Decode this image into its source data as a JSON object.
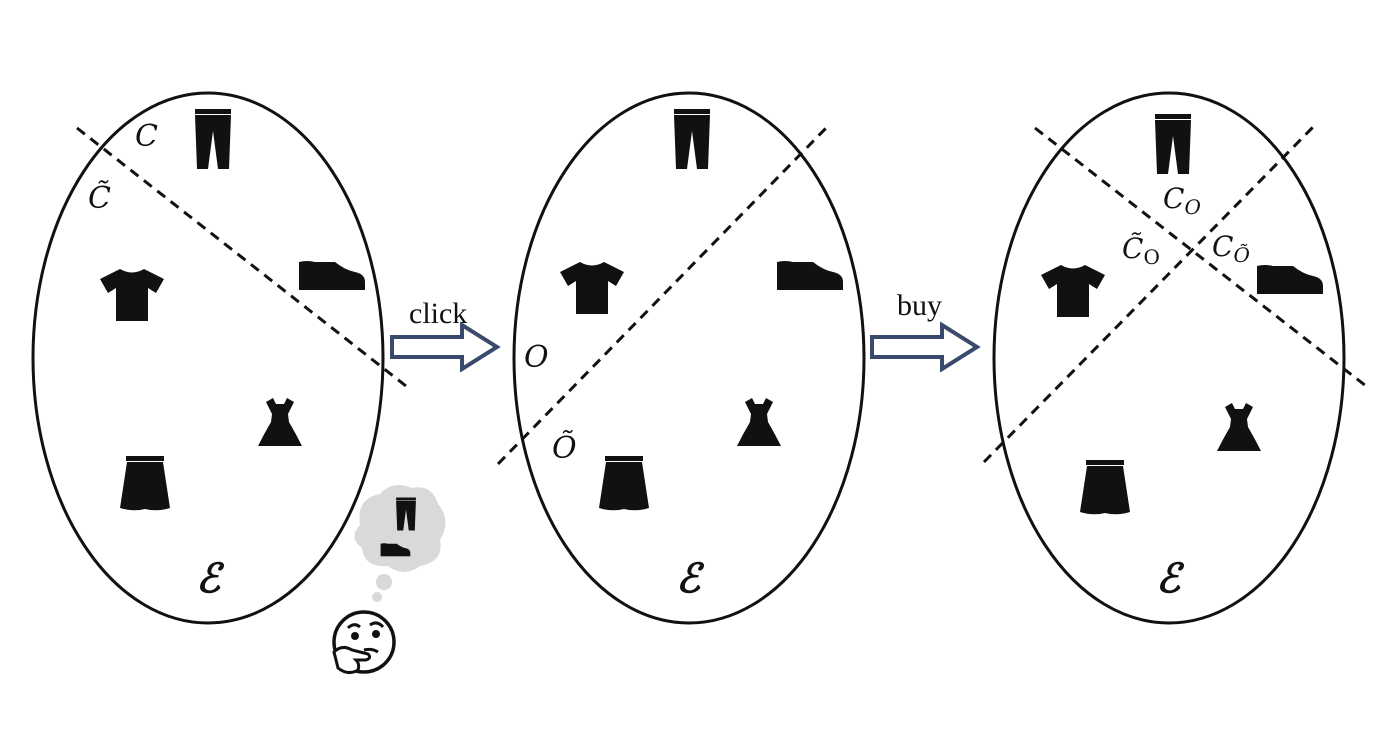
{
  "labels": {
    "set_c": "C",
    "set_c_tilde": "C̃",
    "set_o": "O",
    "set_o_tilde": "Õ",
    "set_co": "C",
    "set_co_sub": "O",
    "set_cto": "C̃",
    "set_cto_sub": "O",
    "set_cot": "C",
    "set_cot_sub": "Õ",
    "universe_1": "ℰ",
    "universe_2": "ℰ",
    "universe_3": "ℰ"
  },
  "arrows": {
    "first": "click",
    "second": "buy"
  },
  "icons": {
    "pants": "pants-icon",
    "tshirt": "tshirt-icon",
    "shoe": "shoe-icon",
    "dress": "dress-icon",
    "skirt": "skirt-icon",
    "thinking": "thinking-face-icon"
  }
}
